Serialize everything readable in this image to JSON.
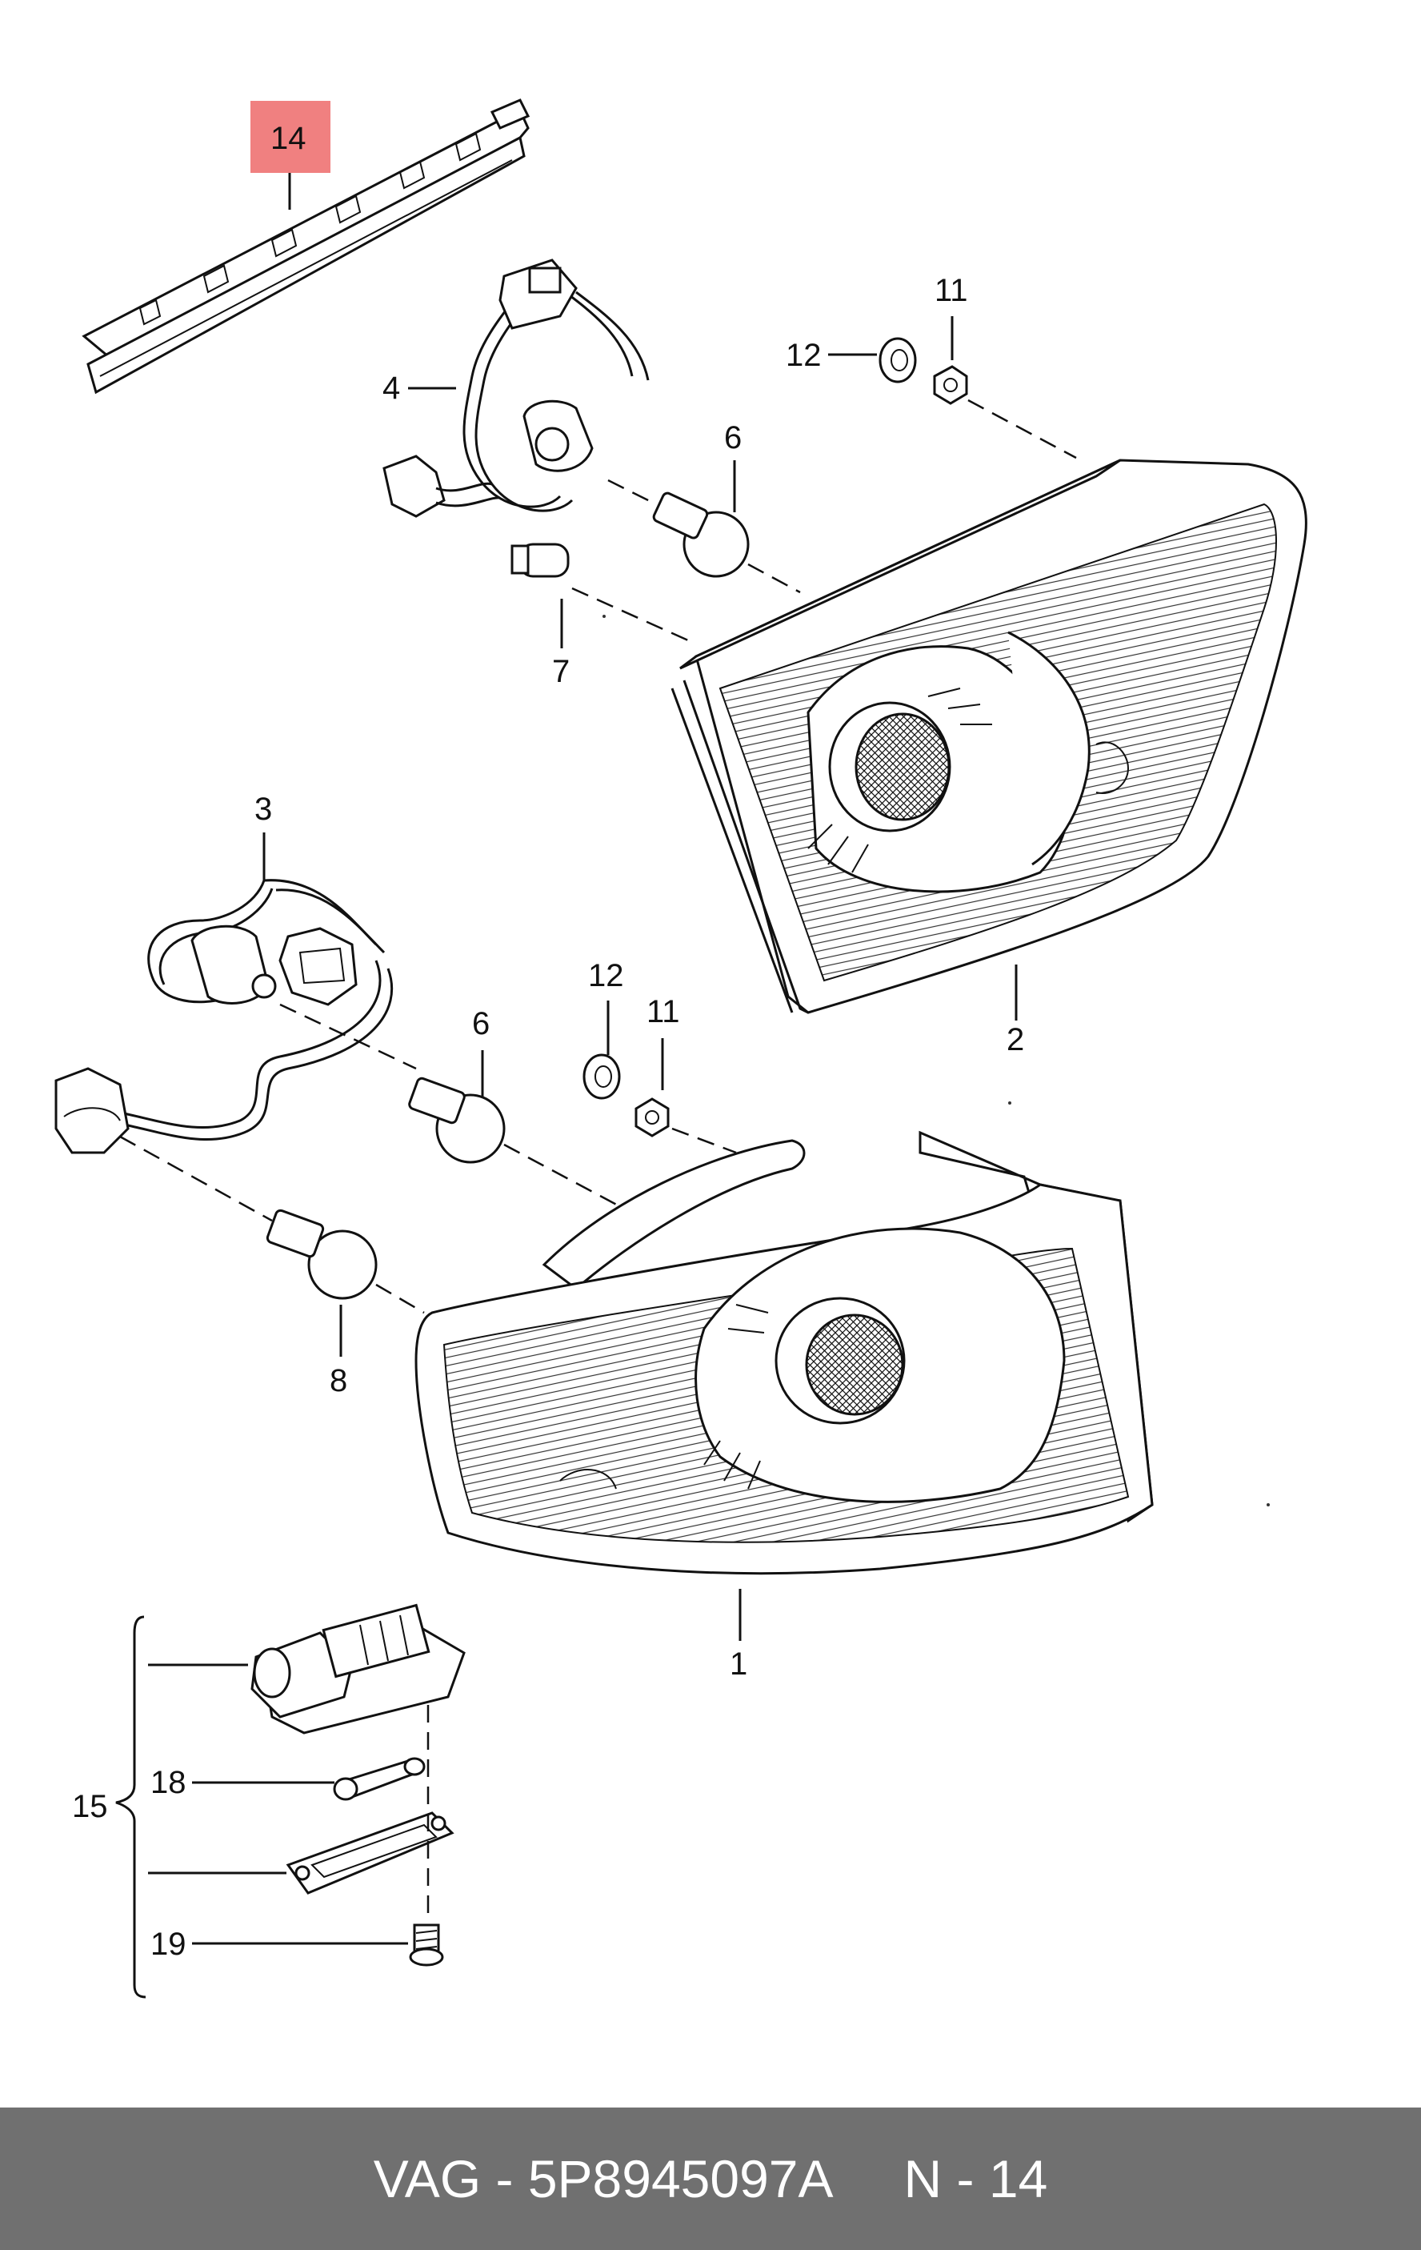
{
  "callouts": {
    "c14": "14",
    "c4": "4",
    "c6a": "6",
    "c7": "7",
    "c12a": "12",
    "c11a": "11",
    "c2": "2",
    "c3": "3",
    "c6b": "6",
    "c12b": "12",
    "c11b": "11",
    "c8": "8",
    "c1": "1",
    "c15": "15",
    "c18": "18",
    "c19": "19"
  },
  "highlight": {
    "color": "#f08080",
    "callout": "14"
  },
  "footer": {
    "text": "VAG - 5P8945097A     N - 14",
    "background": "#707070"
  }
}
